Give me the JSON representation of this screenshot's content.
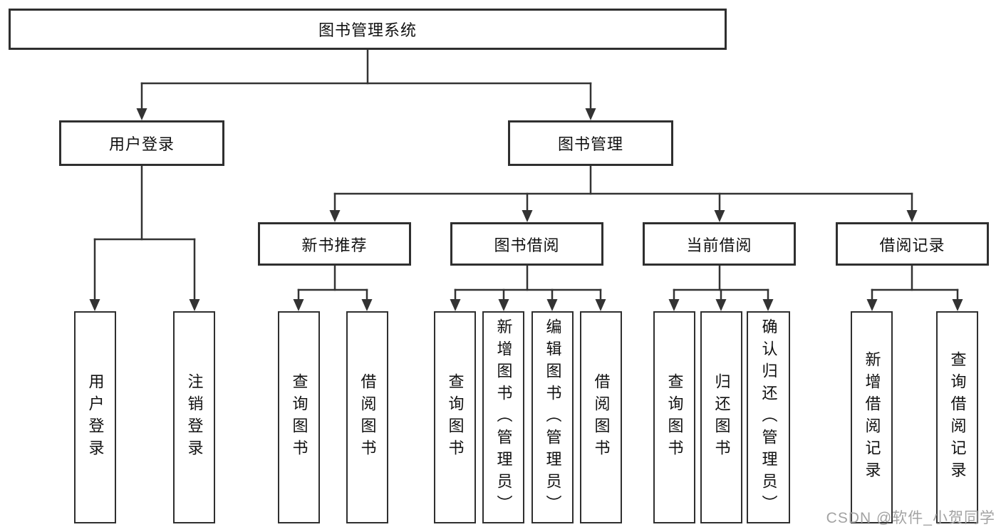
{
  "diagram": {
    "type": "hierarchy-tree",
    "tree": {
      "label": "图书管理系统",
      "children": [
        {
          "label": "用户登录",
          "leaves": [
            "用户登录",
            "注销登录"
          ]
        },
        {
          "label": "图书管理",
          "children": [
            {
              "label": "新书推荐",
              "leaves": [
                "查询图书",
                "借阅图书"
              ]
            },
            {
              "label": "图书借阅",
              "leaves": [
                "查询图书",
                "新增图书（管理员）",
                "编辑图书（管理员）",
                "借阅图书"
              ]
            },
            {
              "label": "当前借阅",
              "leaves": [
                "查询图书",
                "归还图书",
                "确认归还（管理员）"
              ]
            },
            {
              "label": "借阅记录",
              "leaves": [
                "新增借阅记录",
                "查询借阅记录"
              ]
            }
          ]
        }
      ]
    },
    "colors": {
      "background": "#ffffff",
      "box_border": "#2f2f2f",
      "connector_line": "#333333",
      "text": "#111111",
      "watermark_text": "#a3a3a3"
    }
  },
  "watermark": {
    "text": "CSDN @软件_小贺同学"
  }
}
